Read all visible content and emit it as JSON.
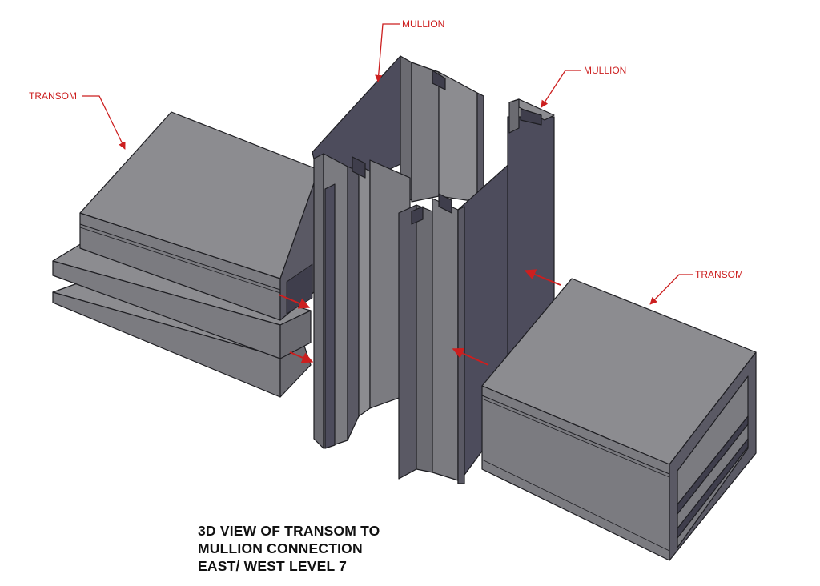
{
  "colors": {
    "metal_top": "#8c8c90",
    "metal_front": "#7b7b80",
    "metal_side": "#6b6b71",
    "metal_dark": "#4d4c5c",
    "metal_darker": "#3f3e4c",
    "edge": "#1e1e22",
    "annotation": "#cc1f1f",
    "caption": "#111111"
  },
  "labels": {
    "transom_left": "TRANSOM",
    "mullion_top": "MULLION",
    "mullion_right": "MULLION",
    "transom_right": "TRANSOM"
  },
  "caption": {
    "line1": "3D VIEW OF TRANSOM TO",
    "line2": "MULLION CONNECTION",
    "line3": "EAST/ WEST LEVEL 7"
  }
}
